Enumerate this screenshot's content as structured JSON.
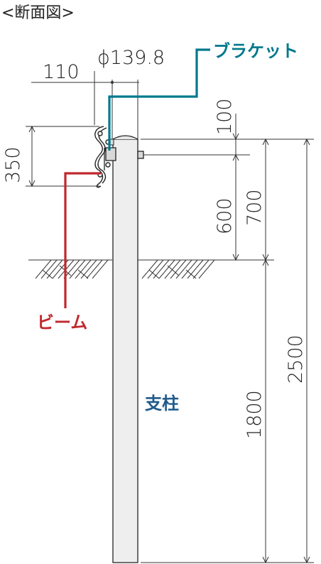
{
  "title": "<断面図>",
  "dimensions": {
    "beam_offset": "110",
    "pipe_diameter": "ϕ139.8",
    "top_clearance": "100",
    "beam_spacing": "350",
    "beam_height": "600",
    "above_ground": "700",
    "embedment": "1800",
    "total_length": "2500"
  },
  "labels": {
    "bracket": "ブラケット",
    "beam": "ビーム",
    "post": "支柱"
  },
  "colors": {
    "bracket_leader": "#00788c",
    "beam_leader": "#c0282d",
    "post_label": "#1f5a8a",
    "line": "#222222",
    "pipe_fill": "#eeeeee"
  }
}
